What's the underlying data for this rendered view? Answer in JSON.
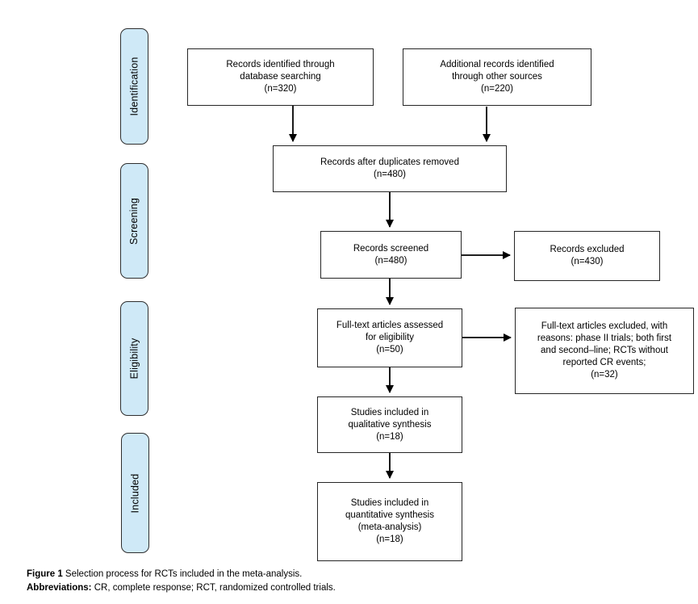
{
  "colors": {
    "background": "#ffffff",
    "stage_fill": "#cfe9f7",
    "stage_border": "#2f2f2f",
    "box_fill": "#ffffff",
    "box_border": "#262626",
    "arrow": "#000000",
    "text": "#000000"
  },
  "stages": [
    {
      "label": "Identification"
    },
    {
      "label": "Screening"
    },
    {
      "label": "Eligibility"
    },
    {
      "label": "Included"
    }
  ],
  "boxes": [
    {
      "name": "records-identified",
      "text": "Records identified through\ndatabase searching\n(n=320)"
    },
    {
      "name": "additional-records",
      "text": "Additional records identified\nthrough other sources\n(n=220)"
    },
    {
      "name": "after-duplicates",
      "text": "Records after duplicates removed\n(n=480)"
    },
    {
      "name": "records-screened",
      "text": "Records screened\n(n=480)"
    },
    {
      "name": "records-excluded",
      "text": "Records excluded\n(n=430)"
    },
    {
      "name": "fulltext-assessed",
      "text": "Full-text articles assessed\nfor eligibility\n(n=50)"
    },
    {
      "name": "fulltext-excluded",
      "text": "Full-text articles excluded, with\nreasons: phase II trials; both first\nand second–line; RCTs without\nreported CR events;\n(n=32)"
    },
    {
      "name": "qualitative-synthesis",
      "text": "Studies included in\nqualitative synthesis\n(n=18)"
    },
    {
      "name": "quantitative-synthesis",
      "text": "Studies included in\nquantitative synthesis\n(meta-analysis)\n(n=18)"
    }
  ],
  "caption": {
    "figure_label": "Figure 1",
    "figure_text": " Selection process for RCTs included in the meta-analysis.",
    "abbreviations_label": "Abbreviations:",
    "abbreviations_text": " CR, complete response; RCT, randomized controlled trials."
  }
}
